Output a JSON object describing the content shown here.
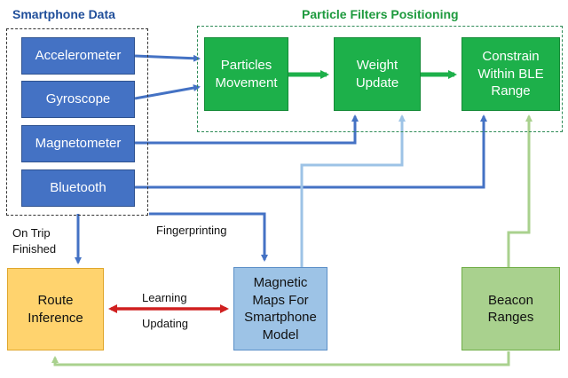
{
  "sections": {
    "smartphone_title": "Smartphone Data",
    "particle_title": "Particle Filters Positioning"
  },
  "sensors": {
    "accelerometer": "Accelerometer",
    "gyroscope": "Gyroscope",
    "magnetometer": "Magnetometer",
    "bluetooth": "Bluetooth"
  },
  "particle_filter": {
    "movement": "Particles\nMovement",
    "weight": "Weight\nUpdate",
    "constrain": "Constrain\nWithin BLE\nRange"
  },
  "bottom": {
    "route": "Route\nInference",
    "maps": "Magnetic\nMaps For\nSmartphone\nModel",
    "beacon": "Beacon\nRanges"
  },
  "edge_labels": {
    "on_trip": "On Trip\nFinished",
    "fingerprinting": "Fingerprinting",
    "learning": "Learning",
    "updating": "Updating"
  },
  "colors": {
    "sensor_arrow": "#4472c4",
    "pf_arrow": "#1db04a",
    "maps_arrow": "#9dc3e6",
    "beacon_arrow": "#a9d18e",
    "learning_arrow": "#d02020",
    "smartphone_title": "#1f4e9a",
    "particle_title": "#1e9a3e"
  }
}
